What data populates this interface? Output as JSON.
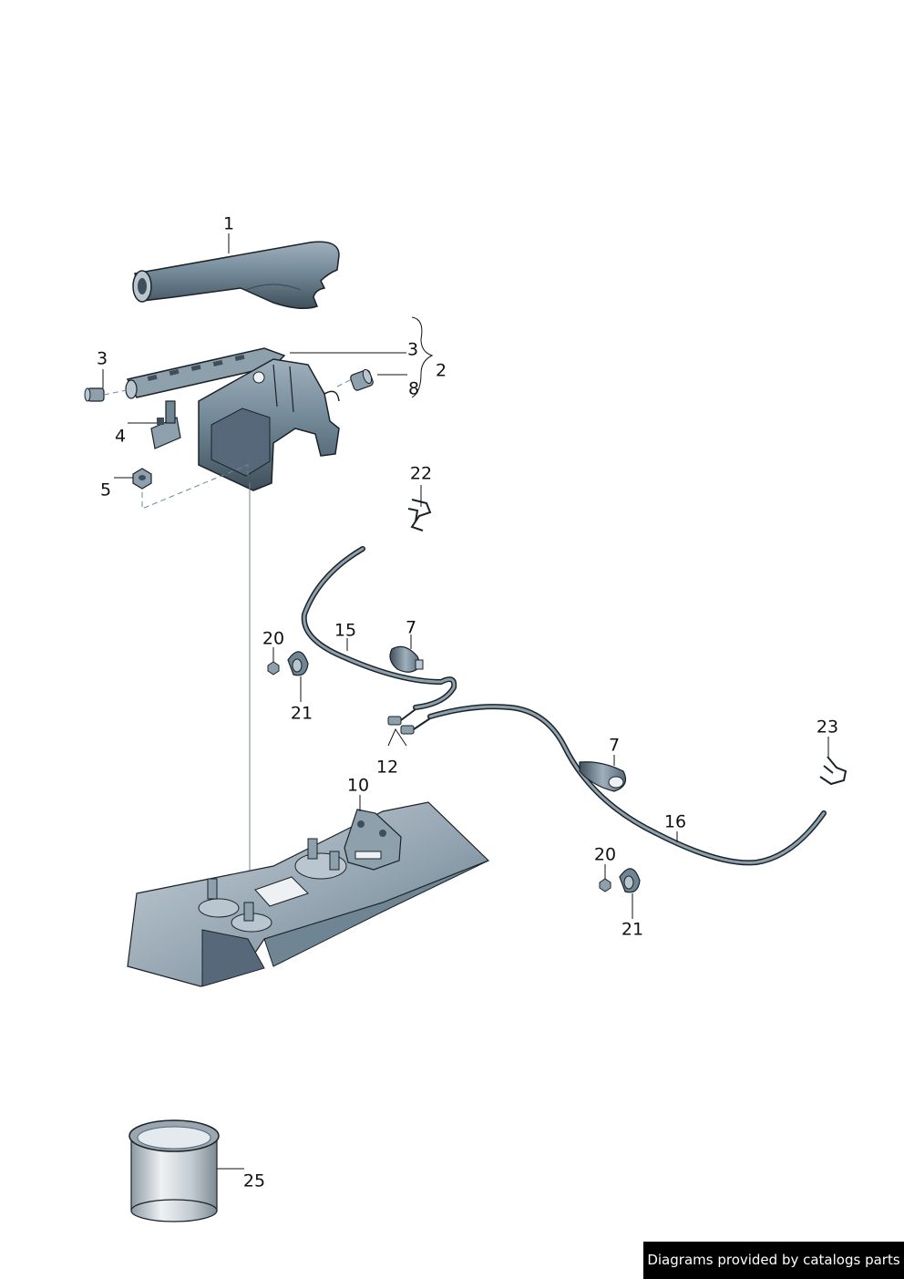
{
  "labels": {
    "p1": "1",
    "p2": "2",
    "p3a": "3",
    "p3b": "3",
    "p4": "4",
    "p5": "5",
    "p7a": "7",
    "p7b": "7",
    "p8": "8",
    "p10": "10",
    "p12": "12",
    "p15": "15",
    "p16": "16",
    "p20a": "20",
    "p20b": "20",
    "p21a": "21",
    "p21b": "21",
    "p22": "22",
    "p23": "23",
    "p25": "25"
  },
  "credit": "Diagrams provided by catalogs parts",
  "colors": {
    "part_fill": "#6f8594",
    "part_light": "#b9c6cf",
    "part_dark": "#3f4f5a",
    "outline": "#1b2328",
    "leader": "#111111",
    "cable": "#2b3338"
  }
}
